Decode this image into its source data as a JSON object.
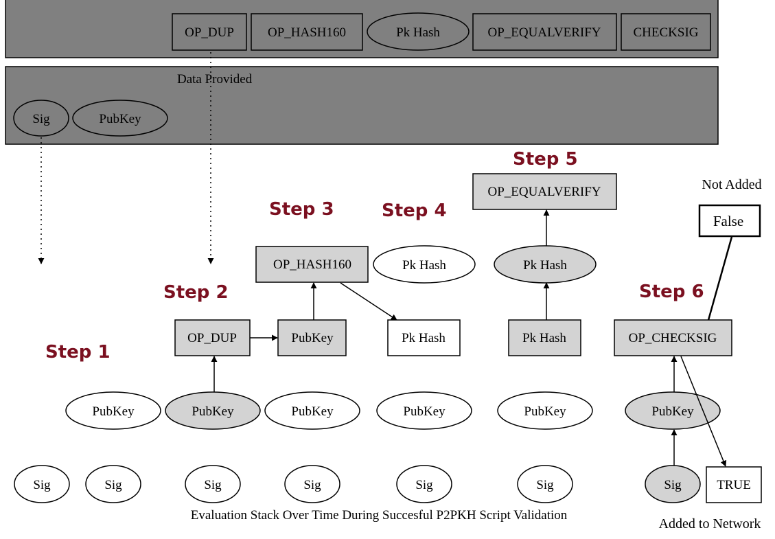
{
  "script_bar": {
    "ops": [
      "OP_DUP",
      "OP_HASH160",
      "Pk Hash",
      "OP_EQUALVERIFY",
      "CHECKSIG"
    ],
    "bg_color": "#808080"
  },
  "data_bar": {
    "label": "Data Provided",
    "items": [
      "Sig",
      "PubKey"
    ],
    "bg_color": "#808080"
  },
  "steps": {
    "step1": "Step 1",
    "step2": "Step 2",
    "step3": "Step 3",
    "step4": "Step 4",
    "step5": "Step 5",
    "step6": "Step 6",
    "color": "#7b1020"
  },
  "nodes": {
    "op_dup": "OP_DUP",
    "op_hash160": "OP_HASH160",
    "op_equalverify": "OP_EQUALVERIFY",
    "op_checksig": "OP_CHECKSIG",
    "pubkey": "PubKey",
    "pkhash": "Pk Hash",
    "sig": "Sig",
    "false_label": "False",
    "true_label": "TRUE",
    "highlight_color": "#d3d3d3"
  },
  "annotations": {
    "not_added": "Not Added",
    "added_to_network": "Added to Network"
  },
  "caption": "Evaluation Stack Over Time During Succesful P2PKH Script Validation"
}
